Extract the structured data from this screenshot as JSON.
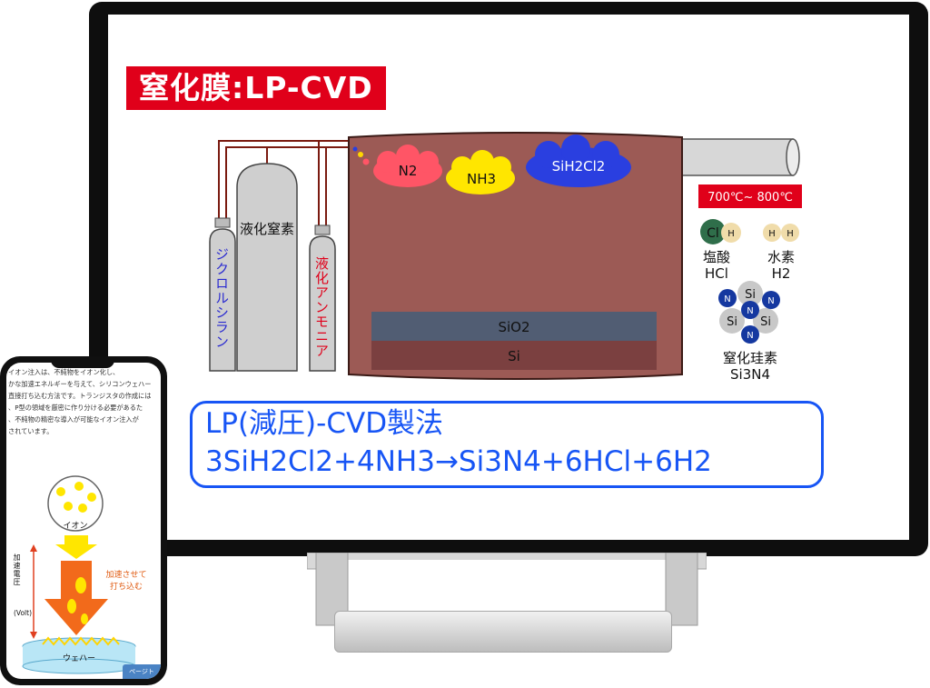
{
  "slide": {
    "title": "窒化膜:LP-CVD",
    "tank_label": "液化窒素",
    "left_cylinder_label": "ジクロルシラン",
    "right_cylinder_label": "液化アンモニア",
    "gases": [
      "N2",
      "NH3",
      "SiH2Cl2"
    ],
    "temperature": "700℃~ 800℃",
    "layers": [
      "SiO2",
      "Si"
    ],
    "hcl_name": "塩酸",
    "hcl_formula": "HCl",
    "h2_name": "水素",
    "h2_formula": "H2",
    "atom_cl": "Cl",
    "atom_h": "H",
    "atom_si": "Si",
    "atom_n": "N",
    "si3n4_name": "窒化珪素",
    "si3n4_formula": "Si3N4",
    "formula_title": "LP(減圧)-CVD製法",
    "formula_equation": "3SiH2Cl2+4NH3→Si3N4+6HCl+6H2"
  },
  "phone": {
    "text_lines": [
      "イオン注入は、不純物をイオン化し、",
      "かな加速エネルギーを与えて、シリコンウェハー",
      "直接打ち込む方法です。トランジスタの作成には",
      "、P型の領域を厳密に作り分ける必要があるた",
      "、不純物の精密な導入が可能なイオン注入が",
      "されています。"
    ],
    "ion_label": "イオン",
    "voltage_label": "加速電圧",
    "volt_unit": "(Volt)",
    "accel_label_1": "加速させて",
    "accel_label_2": "打ち込む",
    "wafer_label": "ウェハー",
    "page_button": "ページト"
  },
  "colors": {
    "title_bg": "#e0001a",
    "chamber": "#9c5a55",
    "formula_blue": "#1755f5",
    "pipe": "#7a1a10",
    "n_atom": "#1538a0"
  }
}
